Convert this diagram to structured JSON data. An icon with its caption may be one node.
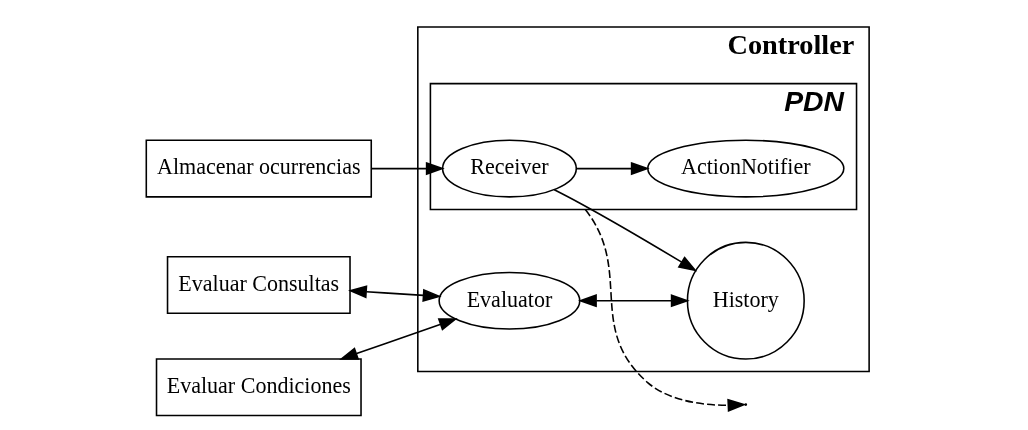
{
  "diagram": {
    "nodes": [
      {
        "text": [
          "Controller"
        ]
      },
      {
        "text": [
          "Almacenar ocurrencias"
        ]
      },
      {
        "text": [
          "PDN"
        ],
        "in": 0
      },
      {
        "text": [
          "Receiver"
        ],
        "in": 2
      },
      {
        "text": [
          "ActionNotifier"
        ],
        "in": 2
      },
      {
        "text": [
          "Evaluar Consultas"
        ]
      },
      {
        "text": [
          "Evaluar Condiciones"
        ]
      },
      {
        "text": [
          "Evaluator"
        ],
        "in": 0
      },
      {
        "text": [
          "History"
        ],
        "in": 0
      }
    ],
    "edges": [
      {
        "from": 1,
        "to": 3,
        "arrow": "to"
      },
      {
        "from": 3,
        "to": 4,
        "arrow": "to"
      },
      {
        "from": 3,
        "to": 8,
        "arrow": "to"
      },
      {
        "from": 2,
        "to": null,
        "arrow": "to",
        "style": "dashed"
      },
      {
        "from": 5,
        "to": 7,
        "arrow": "both"
      },
      {
        "from": 6,
        "to": 7,
        "arrow": "both"
      },
      {
        "from": 7,
        "to": 8,
        "arrow": "both"
      }
    ]
  }
}
